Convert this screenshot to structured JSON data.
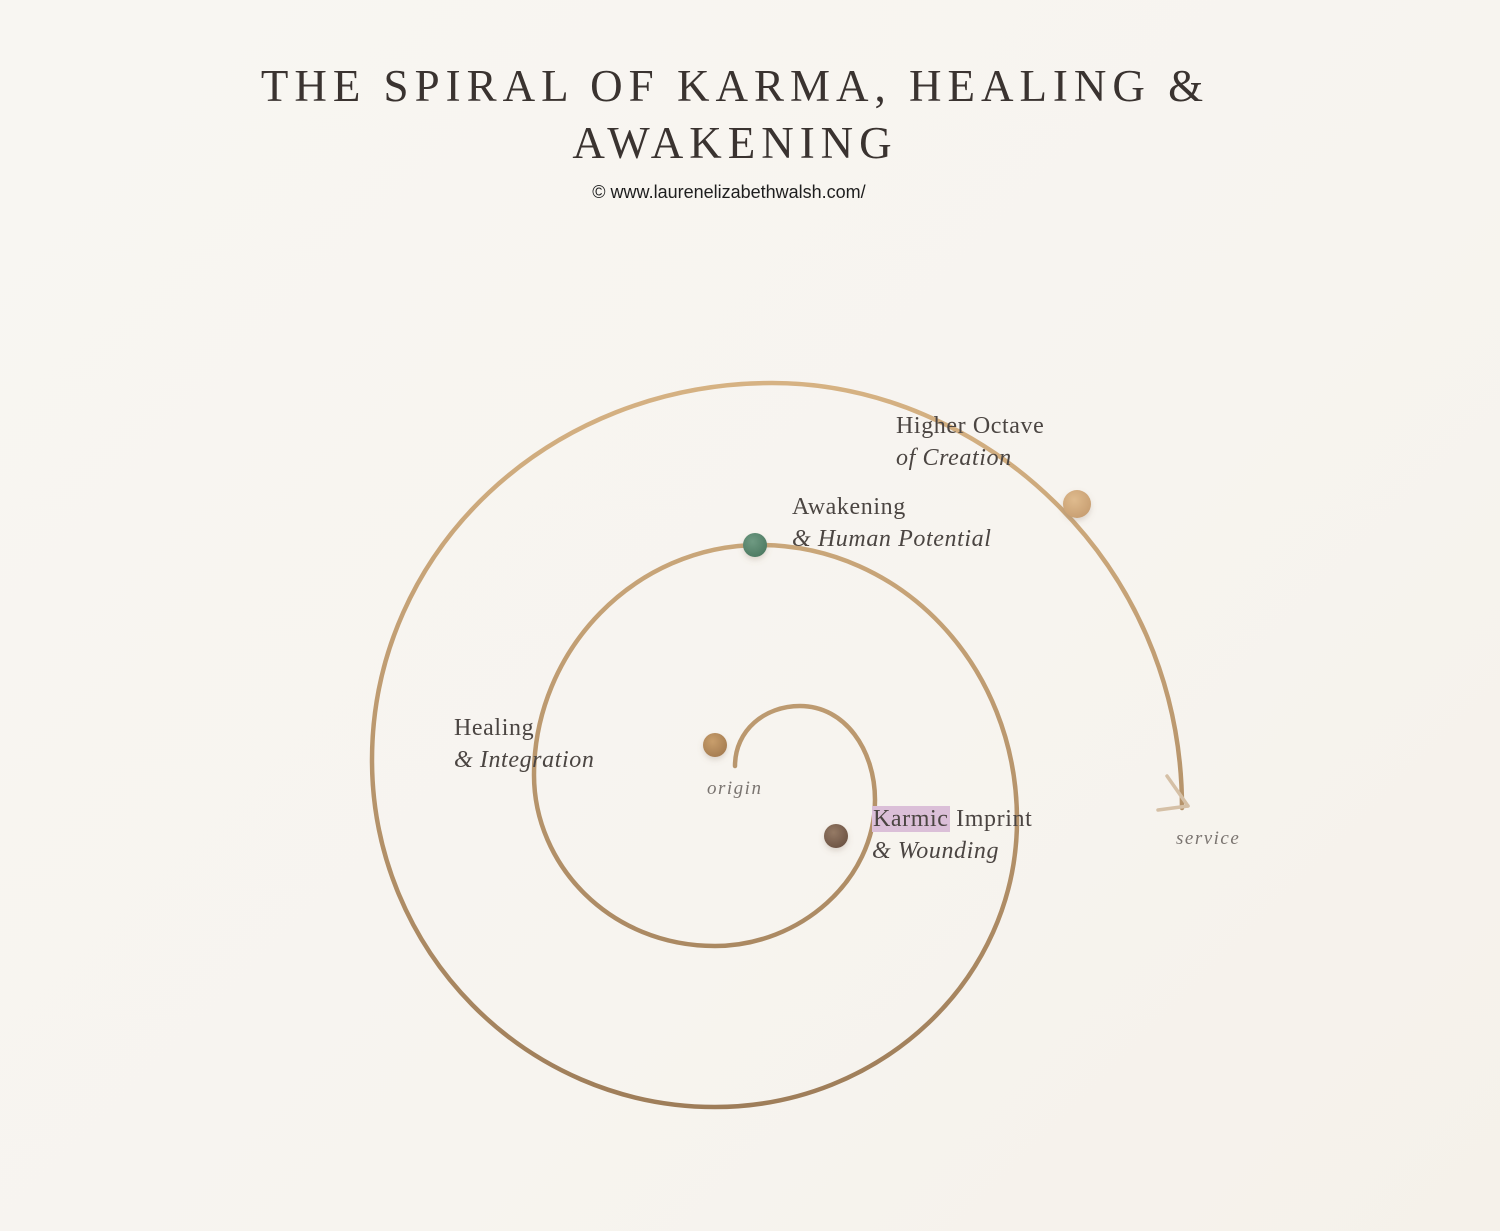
{
  "header": {
    "title_line1": "THE SPIRAL OF KARMA, HEALING &",
    "title_line2": "AWAKENING",
    "credit": "© www.laurenelizabethwalsh.com/"
  },
  "diagram": {
    "colors": {
      "background": "#f7f4ef",
      "spiral_light": "#d6b283",
      "spiral_dark": "#9e7d59",
      "text": "#4b4542",
      "highlight": "#dbbfd8"
    },
    "nodes": [
      {
        "id": "origin",
        "label": "origin",
        "color": "#b38a5c"
      },
      {
        "id": "karmic",
        "label_main_highlight": "Karmic",
        "label_main_rest": " Imprint",
        "label_sub": "& Wounding",
        "color": "#7e6452"
      },
      {
        "id": "healing",
        "label_main": "Healing",
        "label_sub": "& Integration"
      },
      {
        "id": "awakening",
        "label_main": "Awakening",
        "label_sub": "& Human Potential",
        "color": "#5e8a72"
      },
      {
        "id": "higher",
        "label_main": "Higher Octave",
        "label_sub": "of Creation",
        "color": "#d3ac7e"
      },
      {
        "id": "service",
        "label": "service"
      }
    ]
  }
}
